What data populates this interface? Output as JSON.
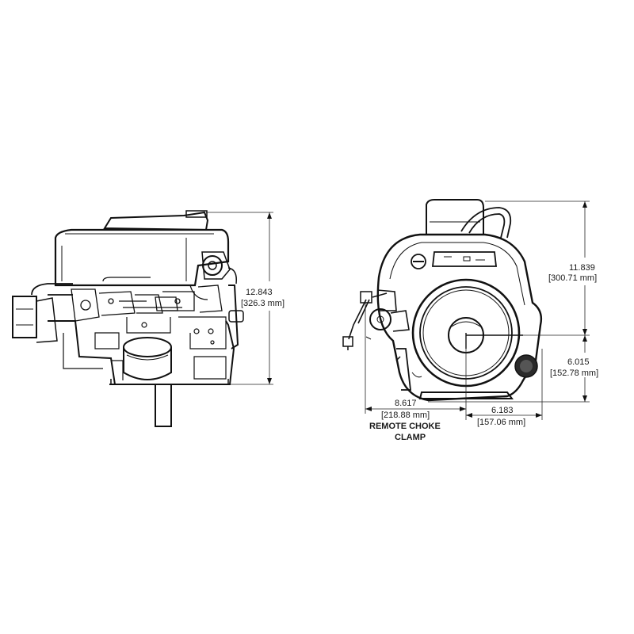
{
  "front_view": {
    "height_in": "12.843",
    "height_mm": "[326.3 mm]"
  },
  "side_view": {
    "top_height_in": "11.839",
    "top_height_mm": "[300.71 mm]",
    "lower_height_in": "6.015",
    "lower_height_mm": "[152.78 mm]",
    "choke_width_in": "8.617",
    "choke_width_mm": "[218.88 mm]",
    "choke_label_line1": "REMOTE CHOKE",
    "choke_label_line2": "CLAMP",
    "right_width_in": "6.183",
    "right_width_mm": "[157.06 mm]"
  },
  "colors": {
    "line": "#111111",
    "fill_dark": "#2a2a2a",
    "background": "#ffffff"
  }
}
